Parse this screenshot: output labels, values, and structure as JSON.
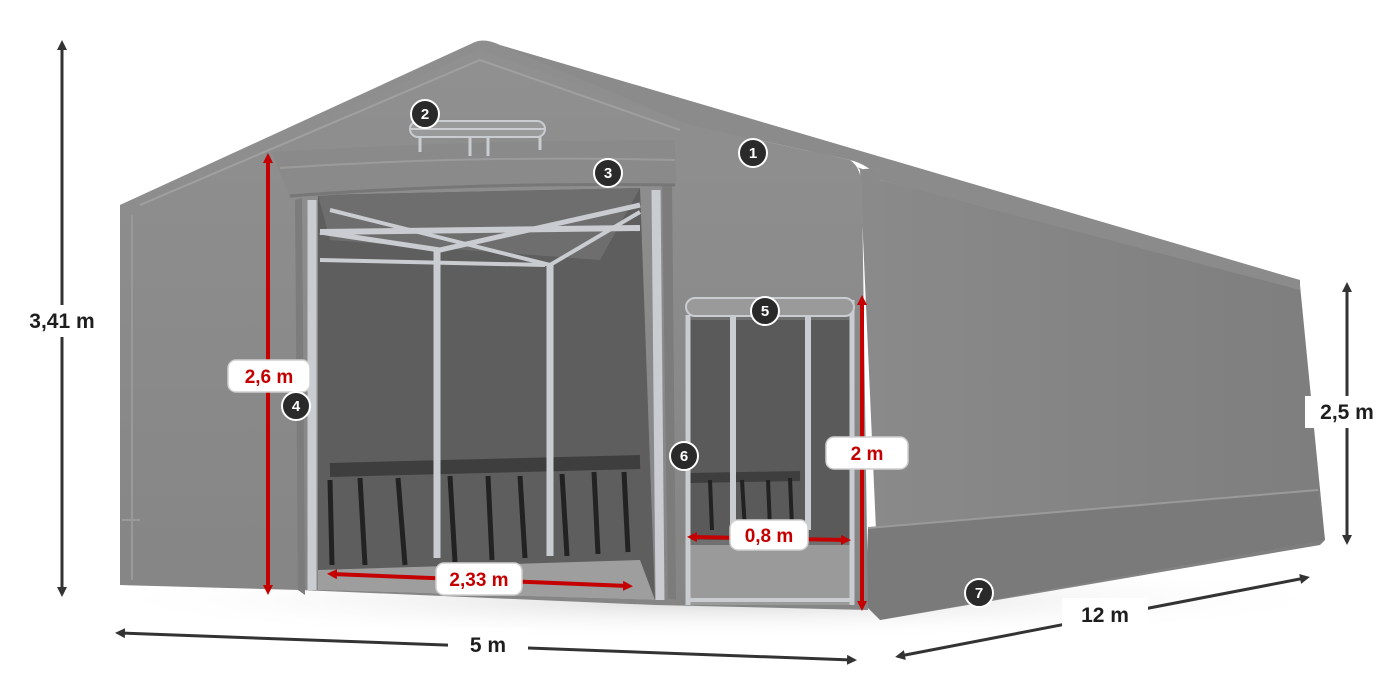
{
  "dimensions": {
    "total_height": "3,41 m",
    "side_height": "2,5 m",
    "width": "5 m",
    "length": "12 m",
    "gate_height": "2,6 m",
    "gate_width": "2,33 m",
    "door_height": "2 m",
    "door_width": "0,8 m"
  },
  "callouts": [
    "1",
    "2",
    "3",
    "4",
    "5",
    "6",
    "7"
  ],
  "colors": {
    "tent_roof": "#8e8e8e",
    "tent_wall": "#8a8a8a",
    "tent_side": "#848484",
    "interior": "#5e5e5e",
    "frame": "#c9ccd0",
    "red_dimension": "#c40000",
    "black_dimension": "#333333"
  }
}
